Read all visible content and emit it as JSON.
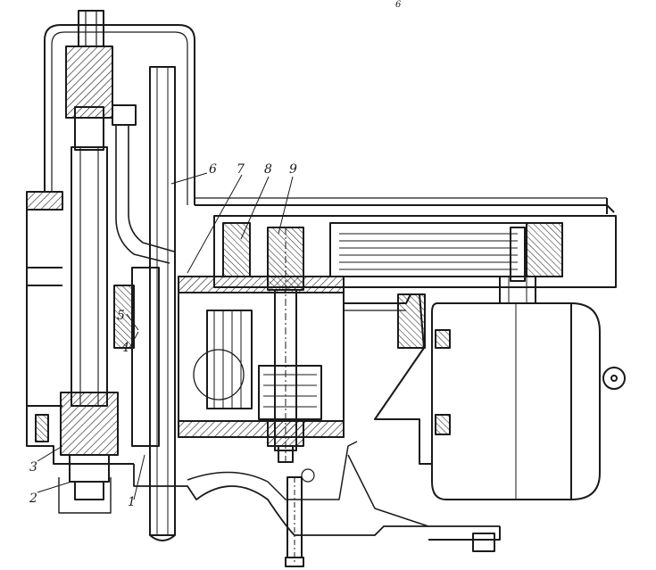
{
  "figure": {
    "corner_mark": "6",
    "callouts": [
      {
        "id": "1",
        "text": "1"
      },
      {
        "id": "2",
        "text": "2"
      },
      {
        "id": "3",
        "text": "3"
      },
      {
        "id": "4",
        "text": "4"
      },
      {
        "id": "5",
        "text": "5"
      },
      {
        "id": "6",
        "text": "6"
      },
      {
        "id": "7",
        "text": "7"
      },
      {
        "id": "8",
        "text": "8"
      },
      {
        "id": "9",
        "text": "9"
      }
    ]
  },
  "colors": {
    "ink": "#1a1a1a",
    "paper": "#ffffff"
  }
}
